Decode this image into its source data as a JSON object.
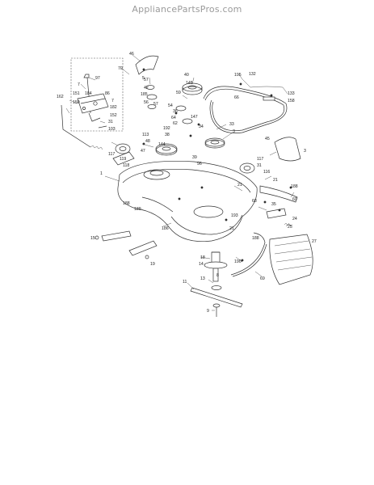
{
  "header": {
    "site": "AppliancePartsPros.com"
  },
  "callouts": [
    {
      "id": "c46",
      "text": "46"
    },
    {
      "id": "c70",
      "text": "70"
    },
    {
      "id": "c97",
      "text": "97"
    },
    {
      "id": "c7a",
      "text": "7"
    },
    {
      "id": "c151",
      "text": "151"
    },
    {
      "id": "c184",
      "text": "184"
    },
    {
      "id": "c86",
      "text": "86"
    },
    {
      "id": "c7b",
      "text": "7"
    },
    {
      "id": "c182",
      "text": "182"
    },
    {
      "id": "c150",
      "text": "150"
    },
    {
      "id": "c152",
      "text": "152"
    },
    {
      "id": "c162",
      "text": "162"
    },
    {
      "id": "c31a",
      "text": "31"
    },
    {
      "id": "c103",
      "text": "103"
    },
    {
      "id": "c5a",
      "text": "5"
    },
    {
      "id": "c57a",
      "text": "57"
    },
    {
      "id": "c42",
      "text": "42"
    },
    {
      "id": "c185",
      "text": "185"
    },
    {
      "id": "c56",
      "text": "56"
    },
    {
      "id": "c59",
      "text": "59"
    },
    {
      "id": "c57b",
      "text": "57"
    },
    {
      "id": "c145",
      "text": "145"
    },
    {
      "id": "c40",
      "text": "40"
    },
    {
      "id": "c54",
      "text": "54"
    },
    {
      "id": "c195",
      "text": "195"
    },
    {
      "id": "c132",
      "text": "132"
    },
    {
      "id": "c133",
      "text": "133"
    },
    {
      "id": "c66",
      "text": "66"
    },
    {
      "id": "c158",
      "text": "158"
    },
    {
      "id": "c34",
      "text": "34"
    },
    {
      "id": "c147",
      "text": "147"
    },
    {
      "id": "c36",
      "text": "36"
    },
    {
      "id": "c64",
      "text": "64"
    },
    {
      "id": "c62",
      "text": "62"
    },
    {
      "id": "c192",
      "text": "192"
    },
    {
      "id": "c38",
      "text": "38"
    },
    {
      "id": "c33",
      "text": "33"
    },
    {
      "id": "c3a",
      "text": "3"
    },
    {
      "id": "c113",
      "text": "113"
    },
    {
      "id": "c48",
      "text": "48"
    },
    {
      "id": "c144",
      "text": "144"
    },
    {
      "id": "c47",
      "text": "47"
    },
    {
      "id": "c117a",
      "text": "117"
    },
    {
      "id": "c119",
      "text": "119"
    },
    {
      "id": "c118",
      "text": "118"
    },
    {
      "id": "c39",
      "text": "39"
    },
    {
      "id": "c96",
      "text": "96"
    },
    {
      "id": "c117b",
      "text": "117"
    },
    {
      "id": "c31b",
      "text": "31"
    },
    {
      "id": "c116",
      "text": "116"
    },
    {
      "id": "c45",
      "text": "45"
    },
    {
      "id": "c3b",
      "text": "3"
    },
    {
      "id": "c21a",
      "text": "21"
    },
    {
      "id": "c1",
      "text": "1"
    },
    {
      "id": "c188a",
      "text": "188"
    },
    {
      "id": "c189",
      "text": "189"
    },
    {
      "id": "c21b",
      "text": "21"
    },
    {
      "id": "c188b",
      "text": "188"
    },
    {
      "id": "c68",
      "text": "68"
    },
    {
      "id": "c69a",
      "text": "69"
    },
    {
      "id": "c35",
      "text": "35"
    },
    {
      "id": "c24",
      "text": "24"
    },
    {
      "id": "c25",
      "text": "25"
    },
    {
      "id": "c186",
      "text": "186"
    },
    {
      "id": "c193",
      "text": "193"
    },
    {
      "id": "c21c",
      "text": "21"
    },
    {
      "id": "c190",
      "text": "190"
    },
    {
      "id": "c15",
      "text": "15"
    },
    {
      "id": "c18",
      "text": "18"
    },
    {
      "id": "c14",
      "text": "14"
    },
    {
      "id": "c13",
      "text": "13"
    },
    {
      "id": "c19",
      "text": "19"
    },
    {
      "id": "c11",
      "text": "11"
    },
    {
      "id": "c8",
      "text": "8"
    },
    {
      "id": "c69b",
      "text": "69"
    },
    {
      "id": "c27",
      "text": "27"
    },
    {
      "id": "c9",
      "text": "9"
    },
    {
      "id": "c188c",
      "text": "188"
    }
  ]
}
